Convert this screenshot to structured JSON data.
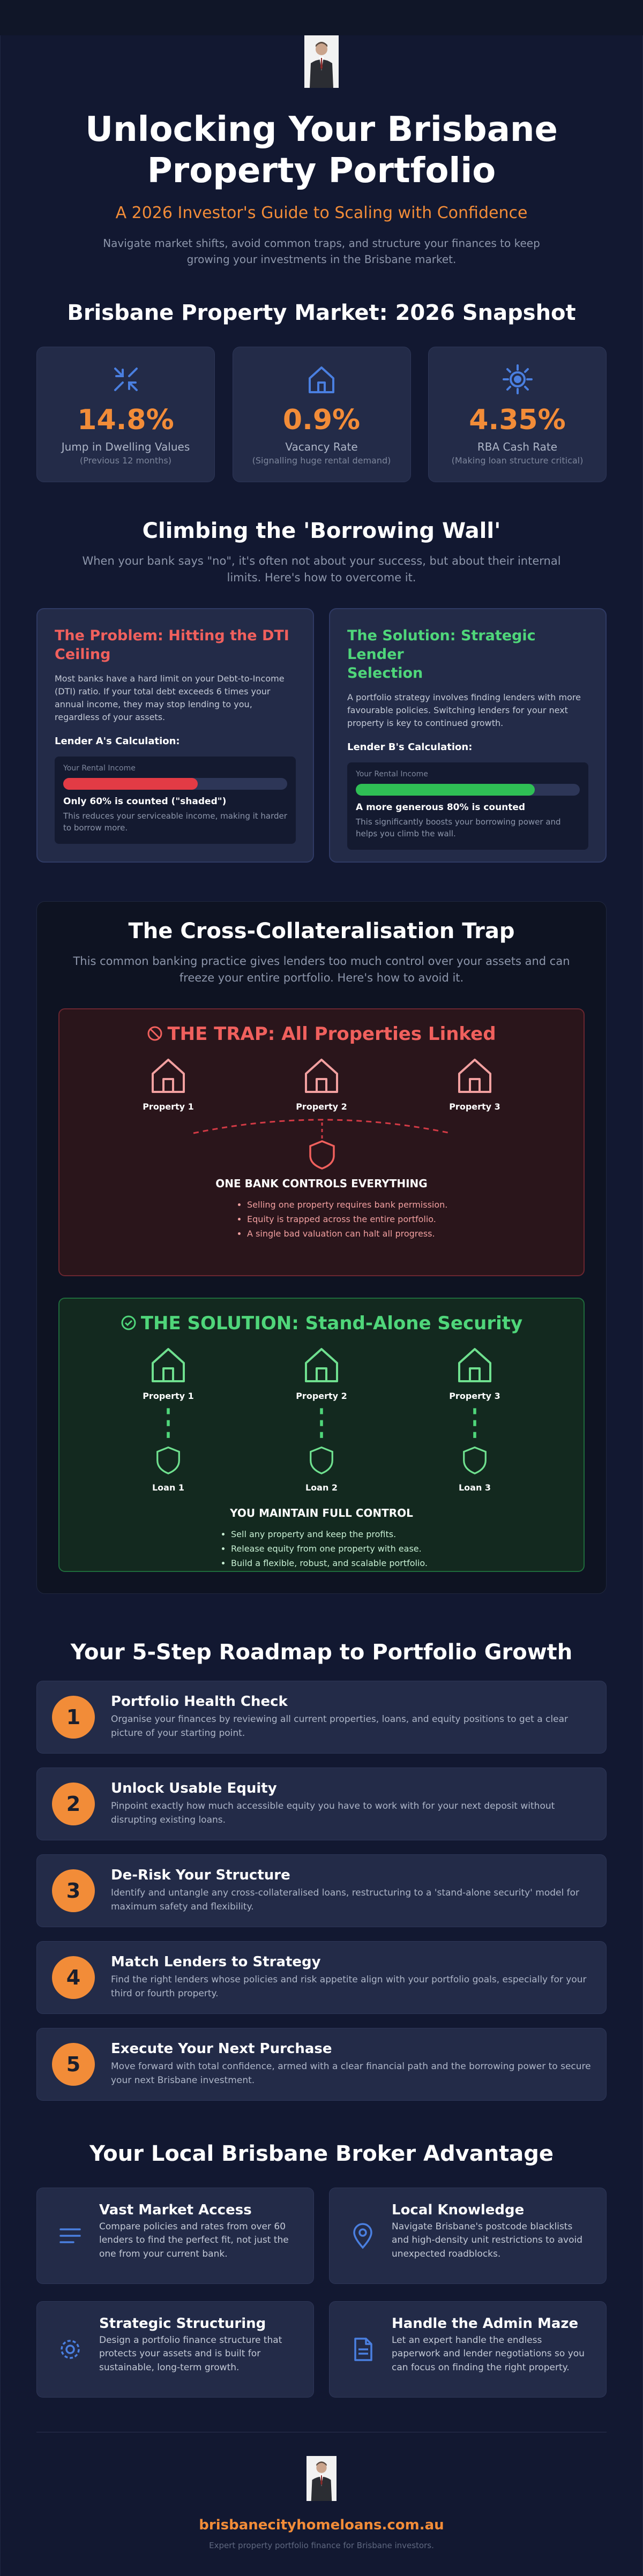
{
  "header": {
    "title_line1": "Unlocking Your Brisbane",
    "title_line2": "Property Portfolio",
    "subtitle": "A 2026 Investor's Guide to Scaling with Confidence",
    "desc_line1": "Navigate market shifts, avoid common traps, and structure your finances to keep",
    "desc_line2": "growing your investments in the Brisbane market."
  },
  "snapshot": {
    "title": "Brisbane Property Market: 2026 Snapshot",
    "stats": [
      {
        "value": "14.8%",
        "label": "Jump in Dwelling Values",
        "note": "(Previous 12 months)",
        "icon": "shrink-arrows-icon"
      },
      {
        "value": "0.9%",
        "label": "Vacancy Rate",
        "note": "(Signalling huge rental demand)",
        "icon": "house-icon"
      },
      {
        "value": "4.35%",
        "label": "RBA Cash Rate",
        "note": "(Making loan structure critical)",
        "icon": "target-icon"
      }
    ]
  },
  "wall": {
    "title": "Climbing the 'Borrowing Wall'",
    "desc_line1": "When your bank says \"no\", it's often not about your success, but about their internal",
    "desc_line2": "limits. Here's how to overcome it.",
    "problem": {
      "title_line1": "The Problem: Hitting the DTI",
      "title_line2": "Ceiling",
      "text": "Most banks have a hard limit on your Debt-to-Income (DTI) ratio. If your total debt exceeds 6 times your annual income, they may stop lending to you, regardless of your assets.",
      "calc_label": "Lender A's Calculation:",
      "income_label": "Your Rental Income",
      "percent": 60,
      "result": "Only 60% is counted (\"shaded\")",
      "note": "This reduces your serviceable income, making it harder to borrow more."
    },
    "solution": {
      "title_line1": "The Solution: Strategic Lender",
      "title_line2": "Selection",
      "text": "A portfolio strategy involves finding lenders with more favourable policies. Switching lenders for your next property is key to continued growth.",
      "calc_label": "Lender B's Calculation:",
      "income_label": "Your Rental Income",
      "percent": 80,
      "result": "A more generous 80% is counted",
      "note": "This significantly boosts your borrowing power and helps you climb the wall."
    }
  },
  "trap": {
    "title": "The Cross-Collateralisation Trap",
    "desc_line1": "This common banking practice gives lenders too much control over your assets and can",
    "desc_line2": "freeze your entire portfolio. Here's how to avoid it.",
    "bad": {
      "title": "THE TRAP: All Properties Linked",
      "properties": [
        "Property 1",
        "Property 2",
        "Property 3"
      ],
      "control": "ONE BANK CONTROLS EVERYTHING",
      "bullets": [
        "Selling one property requires bank permission.",
        "Equity is trapped across the entire portfolio.",
        "A single bad valuation can halt all progress."
      ]
    },
    "good": {
      "title": "THE SOLUTION: Stand-Alone Security",
      "properties": [
        "Property 1",
        "Property 2",
        "Property 3"
      ],
      "loans": [
        "Loan 1",
        "Loan 2",
        "Loan 3"
      ],
      "control": "YOU MAINTAIN FULL CONTROL",
      "bullets": [
        "Sell any property and keep the profits.",
        "Release equity from one property with ease.",
        "Build a flexible, robust, and scalable portfolio."
      ]
    }
  },
  "roadmap": {
    "title": "Your 5-Step Roadmap to Portfolio Growth",
    "steps": [
      {
        "num": "1",
        "title": "Portfolio Health Check",
        "text": "Organise your finances by reviewing all current properties, loans, and equity positions to get a clear picture of your starting point."
      },
      {
        "num": "2",
        "title": "Unlock Usable Equity",
        "text": "Pinpoint exactly how much accessible equity you have to work with for your next deposit without disrupting existing loans."
      },
      {
        "num": "3",
        "title": "De-Risk Your Structure",
        "text": "Identify and untangle any cross-collateralised loans, restructuring to a 'stand-alone security' model for maximum safety and flexibility."
      },
      {
        "num": "4",
        "title": "Match Lenders to Strategy",
        "text": "Find the right lenders whose policies and risk appetite align with your portfolio goals, especially for your third or fourth property."
      },
      {
        "num": "5",
        "title": "Execute Your Next Purchase",
        "text": "Move forward with total confidence, armed with a clear financial path and the borrowing power to secure your next Brisbane investment."
      }
    ]
  },
  "advantage": {
    "title": "Your Local Brisbane Broker Advantage",
    "items": [
      {
        "title": "Vast Market Access",
        "text": "Compare policies and rates from over 60 lenders to find the perfect fit, not just the one from your current bank.",
        "icon": "list-icon"
      },
      {
        "title": "Local Knowledge",
        "text": "Navigate Brisbane's postcode blacklists and high-density unit restrictions to avoid unexpected roadblocks.",
        "icon": "map-pin-icon"
      },
      {
        "title": "Strategic Structuring",
        "text": "Design a portfolio finance structure that protects your assets and is built for sustainable, long-term growth.",
        "icon": "gear-icon"
      },
      {
        "title": "Handle the Admin Maze",
        "text": "Let an expert handle the endless paperwork and lender negotiations so you can focus on finding the right property.",
        "icon": "document-icon"
      }
    ]
  },
  "footer": {
    "site": "brisbanecityhomeloans.com.au",
    "note": "Expert property portfolio finance for Brisbane investors."
  },
  "colors": {
    "accent": "#f28c38",
    "problem": "#f0605d",
    "solution": "#4fd67a",
    "bar_red": "#e23b45",
    "bar_green": "#2fbf55"
  }
}
